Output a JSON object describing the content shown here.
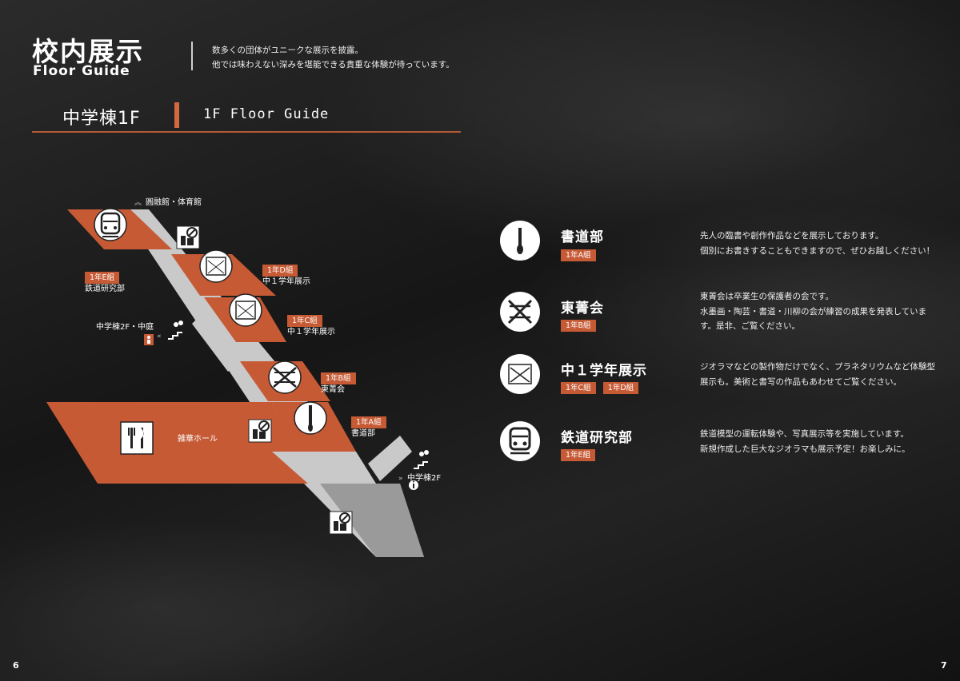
{
  "header": {
    "title_jp": "校内展示",
    "title_en": "Floor Guide",
    "intro_lines": [
      "数多くの団体がユニークな展示を披露。",
      "他では味わえない深みを堪能できる貴重な体験が待っています。"
    ]
  },
  "section": {
    "title_jp": "中学棟1F",
    "title_en": "1F Floor Guide"
  },
  "map": {
    "to_gym": "圓融館・体育館",
    "to_2f_courtyard": "中学棟2F・中庭",
    "to_2f": "中学棟2F",
    "hall": "雑華ホール",
    "rooms": [
      {
        "tag": "1年E組",
        "name": "鉄道研究部"
      },
      {
        "tag": "1年D組",
        "name": "中１学年展示"
      },
      {
        "tag": "1年C組",
        "name": "中１学年展示"
      },
      {
        "tag": "1年B組",
        "name": "東菁会"
      },
      {
        "tag": "1年A組",
        "name": "書道部"
      }
    ]
  },
  "legend": [
    {
      "name": "書道部",
      "tags": [
        "1年A組"
      ],
      "desc": [
        "先人の臨書や創作作品などを展示しております。",
        "個別にお書きすることもできますので、ぜひお越しください！"
      ],
      "icon": "brush-icon"
    },
    {
      "name": "東菁会",
      "tags": [
        "1年B組"
      ],
      "desc": [
        "東菁会は卒業生の保護者の会です。",
        "水墨画・陶芸・書道・川柳の会が練習の成果を発表していま",
        "す。是非、ご覧ください。"
      ],
      "icon": "toseikai-icon"
    },
    {
      "name": "中１学年展示",
      "tags": [
        "1年C組",
        "1年D組"
      ],
      "desc": [
        "ジオラマなどの製作物だけでなく、プラネタリウムなど体験型",
        "展示も。美術と書写の作品もあわせてご覧ください。"
      ],
      "icon": "diorama-icon"
    },
    {
      "name": "鉄道研究部",
      "tags": [
        "1年E組"
      ],
      "desc": [
        "鉄道模型の運転体験や、写真展示等を実施しています。",
        "新規作成した巨大なジオラマも展示予定！お楽しみに。"
      ],
      "icon": "train-icon"
    }
  ],
  "footer": {
    "page_left": "6",
    "page_right": "7"
  },
  "colors": {
    "accent": "#c65a35",
    "corridor": "#c9c9c9",
    "background": "#1a1a1a"
  }
}
